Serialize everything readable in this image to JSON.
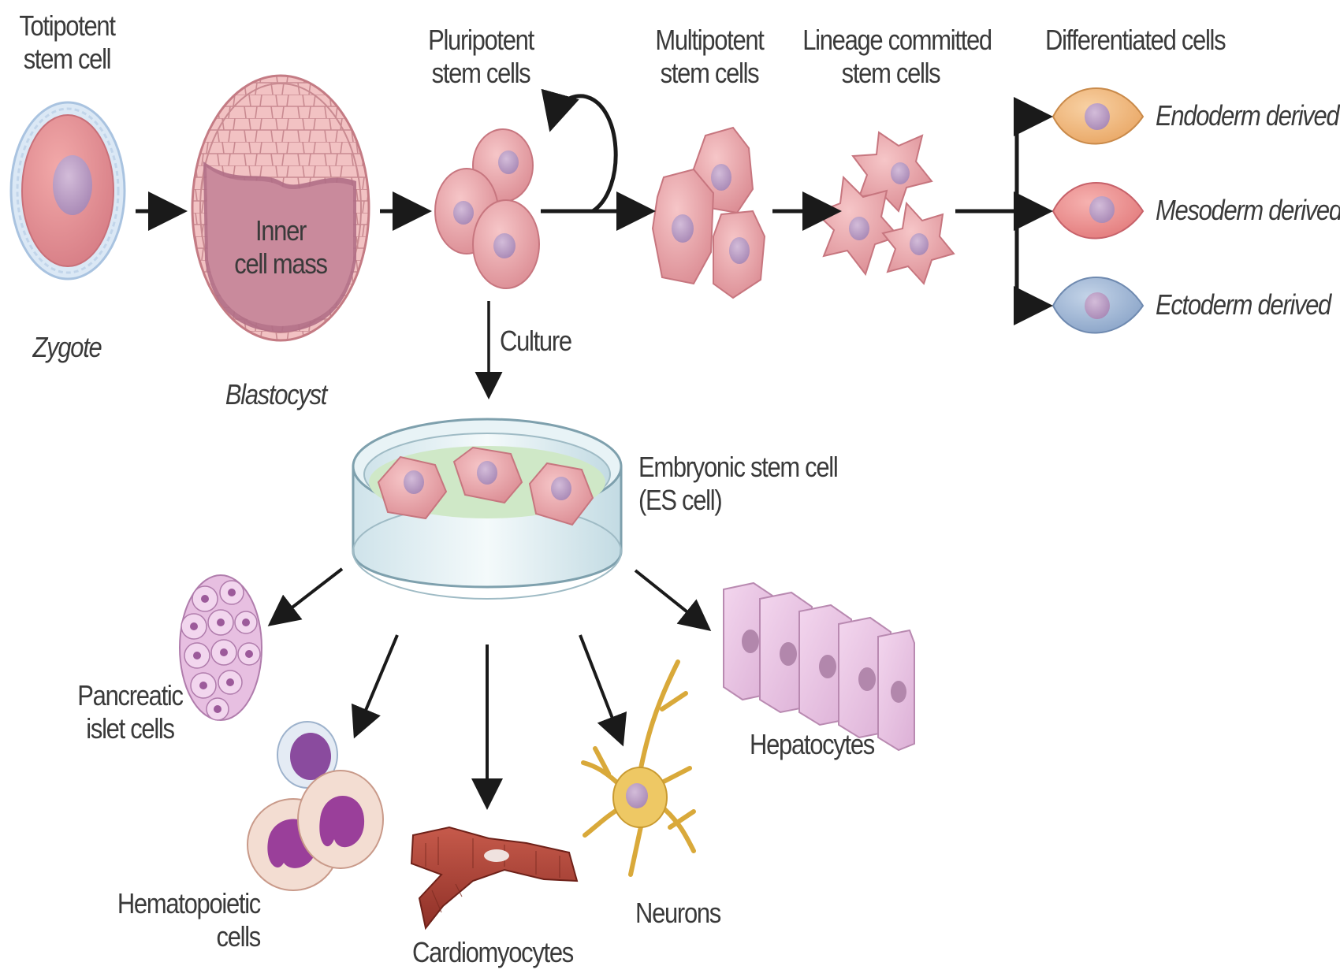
{
  "stages": {
    "totipotent": [
      "Totipotent",
      "stem cell"
    ],
    "pluripotent": [
      "Pluripotent",
      "stem cells"
    ],
    "multipotent": [
      "Multipotent",
      "stem cells"
    ],
    "lineage": [
      "Lineage committed",
      "stem cells"
    ],
    "differentiated": "Differentiated cells"
  },
  "cells": {
    "zygote": "Zygote",
    "blastocyst": "Blastocyst",
    "inner_cell_mass": [
      "Inner",
      "cell mass"
    ]
  },
  "derived": {
    "endoderm": "Endoderm derived",
    "mesoderm": "Mesoderm derived",
    "ectoderm": "Ectoderm derived"
  },
  "culture": "Culture",
  "es_cell": [
    "Embryonic stem cell",
    "(ES cell)"
  ],
  "products": {
    "pancreatic": [
      "Pancreatic",
      "islet cells"
    ],
    "hematopoietic": [
      "Hematopoietic",
      "cells"
    ],
    "cardiomyocytes": "Cardiomyocytes",
    "neurons": "Neurons",
    "hepatocytes": "Hepatocytes"
  },
  "colors": {
    "cell_fill": "#e9a3a8",
    "nucleus": "#b89ac2",
    "endoderm": "#f0b77a",
    "mesoderm": "#ee8e8c",
    "ectoderm": "#9fb6d4",
    "dish_medium": "#cfe8c7",
    "hepatocyte": "#e9c4e4",
    "neuron": "#eec864",
    "muscle": "#b2473b",
    "arrow": "#1a1a1a"
  }
}
